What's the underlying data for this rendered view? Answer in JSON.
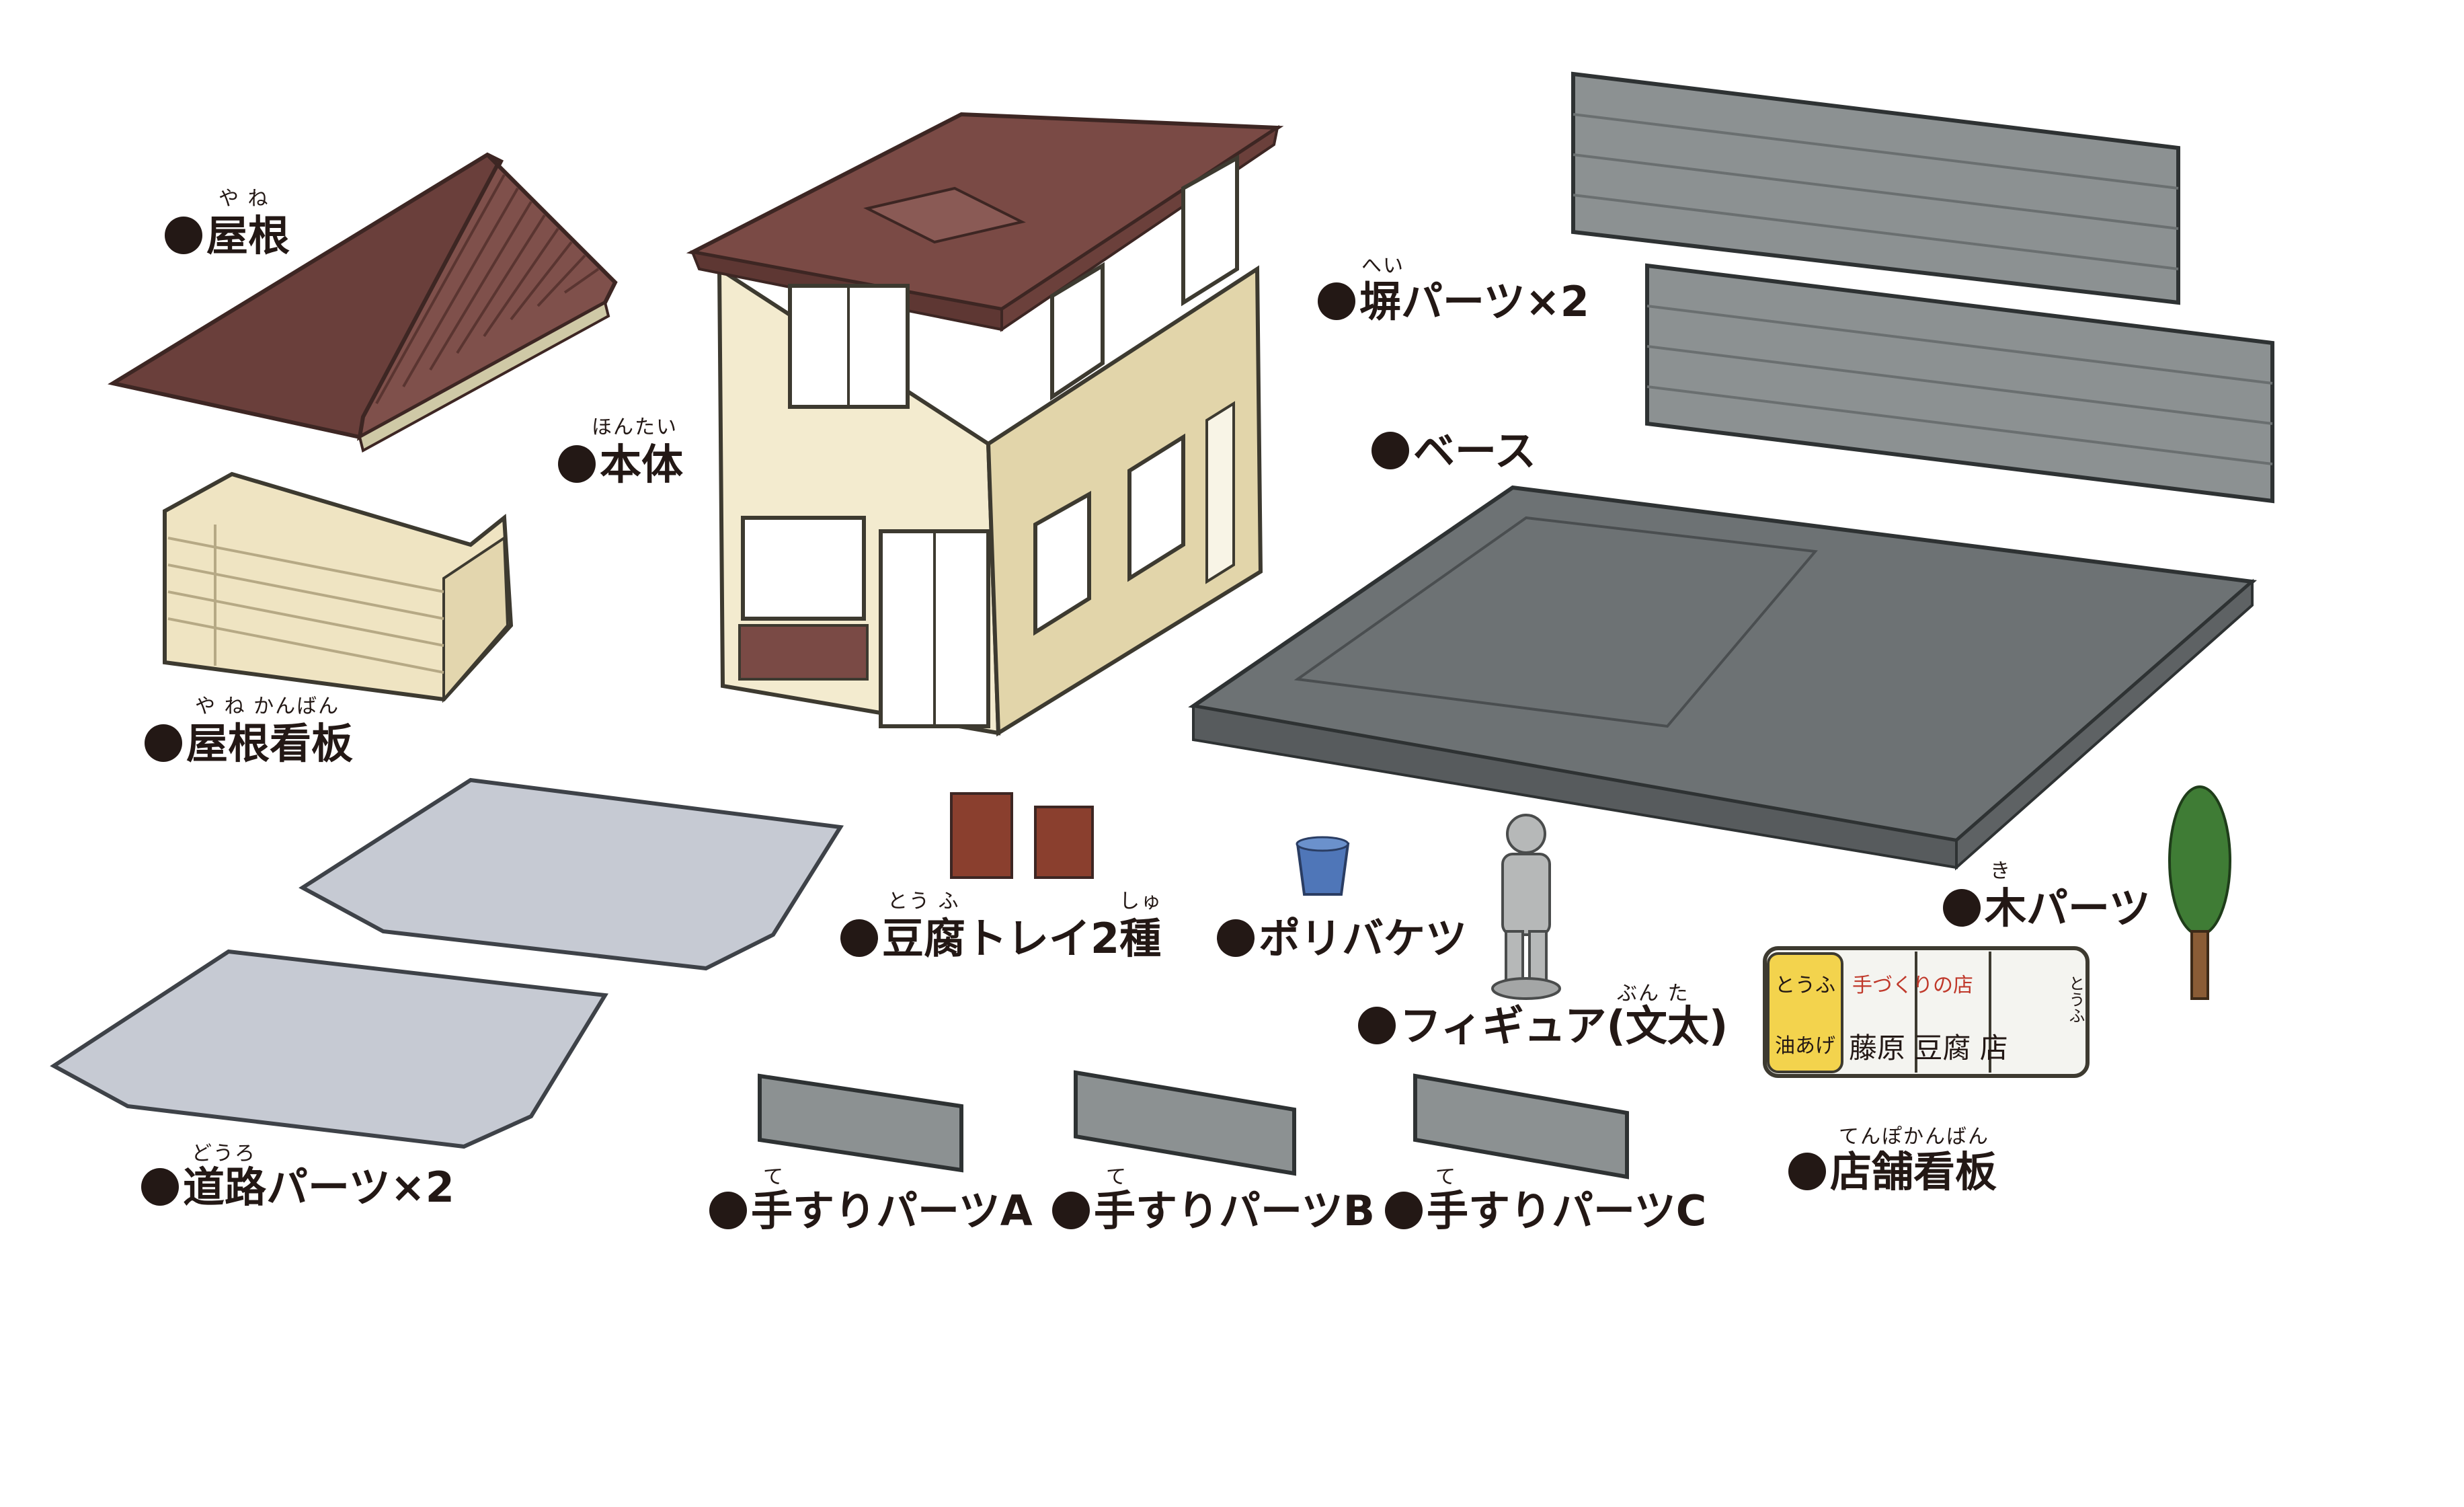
{
  "parts": [
    {
      "id": "roof",
      "label": "屋根",
      "ruby": "や ね"
    },
    {
      "id": "body",
      "label": "本体",
      "ruby": "ほんたい"
    },
    {
      "id": "fence",
      "label": "塀パーツ×2",
      "ruby": "へい"
    },
    {
      "id": "base",
      "label": "ベース",
      "ruby": ""
    },
    {
      "id": "roof-sign",
      "label": "屋根看板",
      "ruby": "や ね かんばん"
    },
    {
      "id": "road",
      "label": "道路パーツ×2",
      "ruby": "どうろ"
    },
    {
      "id": "tofu-tray",
      "label": "豆腐トレイ2種",
      "ruby": "とう ふ",
      "ruby2": "しゅ"
    },
    {
      "id": "bucket",
      "label": "ポリバケツ",
      "ruby": ""
    },
    {
      "id": "figure",
      "label": "フィギュア(文太)",
      "ruby": "ぶん た"
    },
    {
      "id": "tree",
      "label": "木パーツ",
      "ruby": "き"
    },
    {
      "id": "shop-sign",
      "label": "店舗看板",
      "ruby": "てんぽかんばん"
    },
    {
      "id": "rail-a",
      "label": "手すりパーツA",
      "ruby": "て"
    },
    {
      "id": "rail-b",
      "label": "手すりパーツB",
      "ruby": "て"
    },
    {
      "id": "rail-c",
      "label": "手すりパーツC",
      "ruby": "て"
    }
  ],
  "shop_sign": {
    "panel1_top": "とうふ",
    "panel1_bottom": "油あげ",
    "panel2_top": "手づくりの店",
    "panel2_bottom": "藤原 豆腐 店",
    "side": "とうふ"
  },
  "colors": {
    "roof": "#7a4a45",
    "wall": "#efe6c8",
    "fence": "#8c9192",
    "base": "#6d7274",
    "road": "#c6cad3",
    "label": "#231815"
  }
}
